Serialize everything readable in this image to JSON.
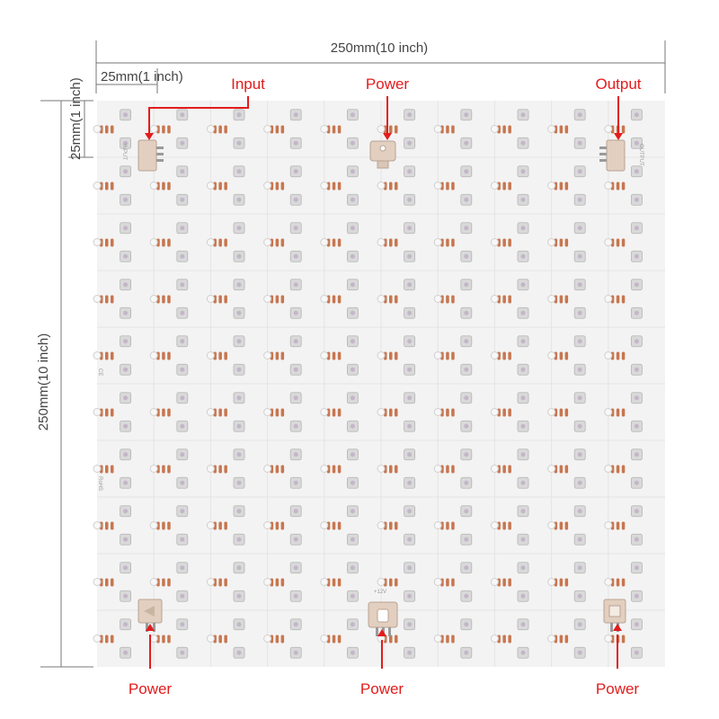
{
  "dimensions": {
    "width_label": "250mm(10 inch)",
    "cell_width_label": "25mm(1 inch)",
    "height_label": "250mm(10 inch)",
    "cell_height_label": "25mm(1 inch)"
  },
  "callouts": {
    "input": "Input",
    "power_top": "Power",
    "output": "Output",
    "power_bottom_left": "Power",
    "power_bottom_center": "Power",
    "power_bottom_right": "Power"
  },
  "board": {
    "grid": 10,
    "board_color": "#f3f3f3",
    "pad_color": "#c8764f",
    "led_color": "#d9d9d9",
    "connector_color": "#e2cfbf"
  },
  "silkscreen": {
    "input_text": "INPUT",
    "output_text": "OUTPUT",
    "ce_mark": "CE",
    "rohs_mark": "RoHS",
    "voltage_text": "+12V"
  },
  "colors": {
    "callout": "#e31c1c",
    "dimension_line": "#666666"
  }
}
